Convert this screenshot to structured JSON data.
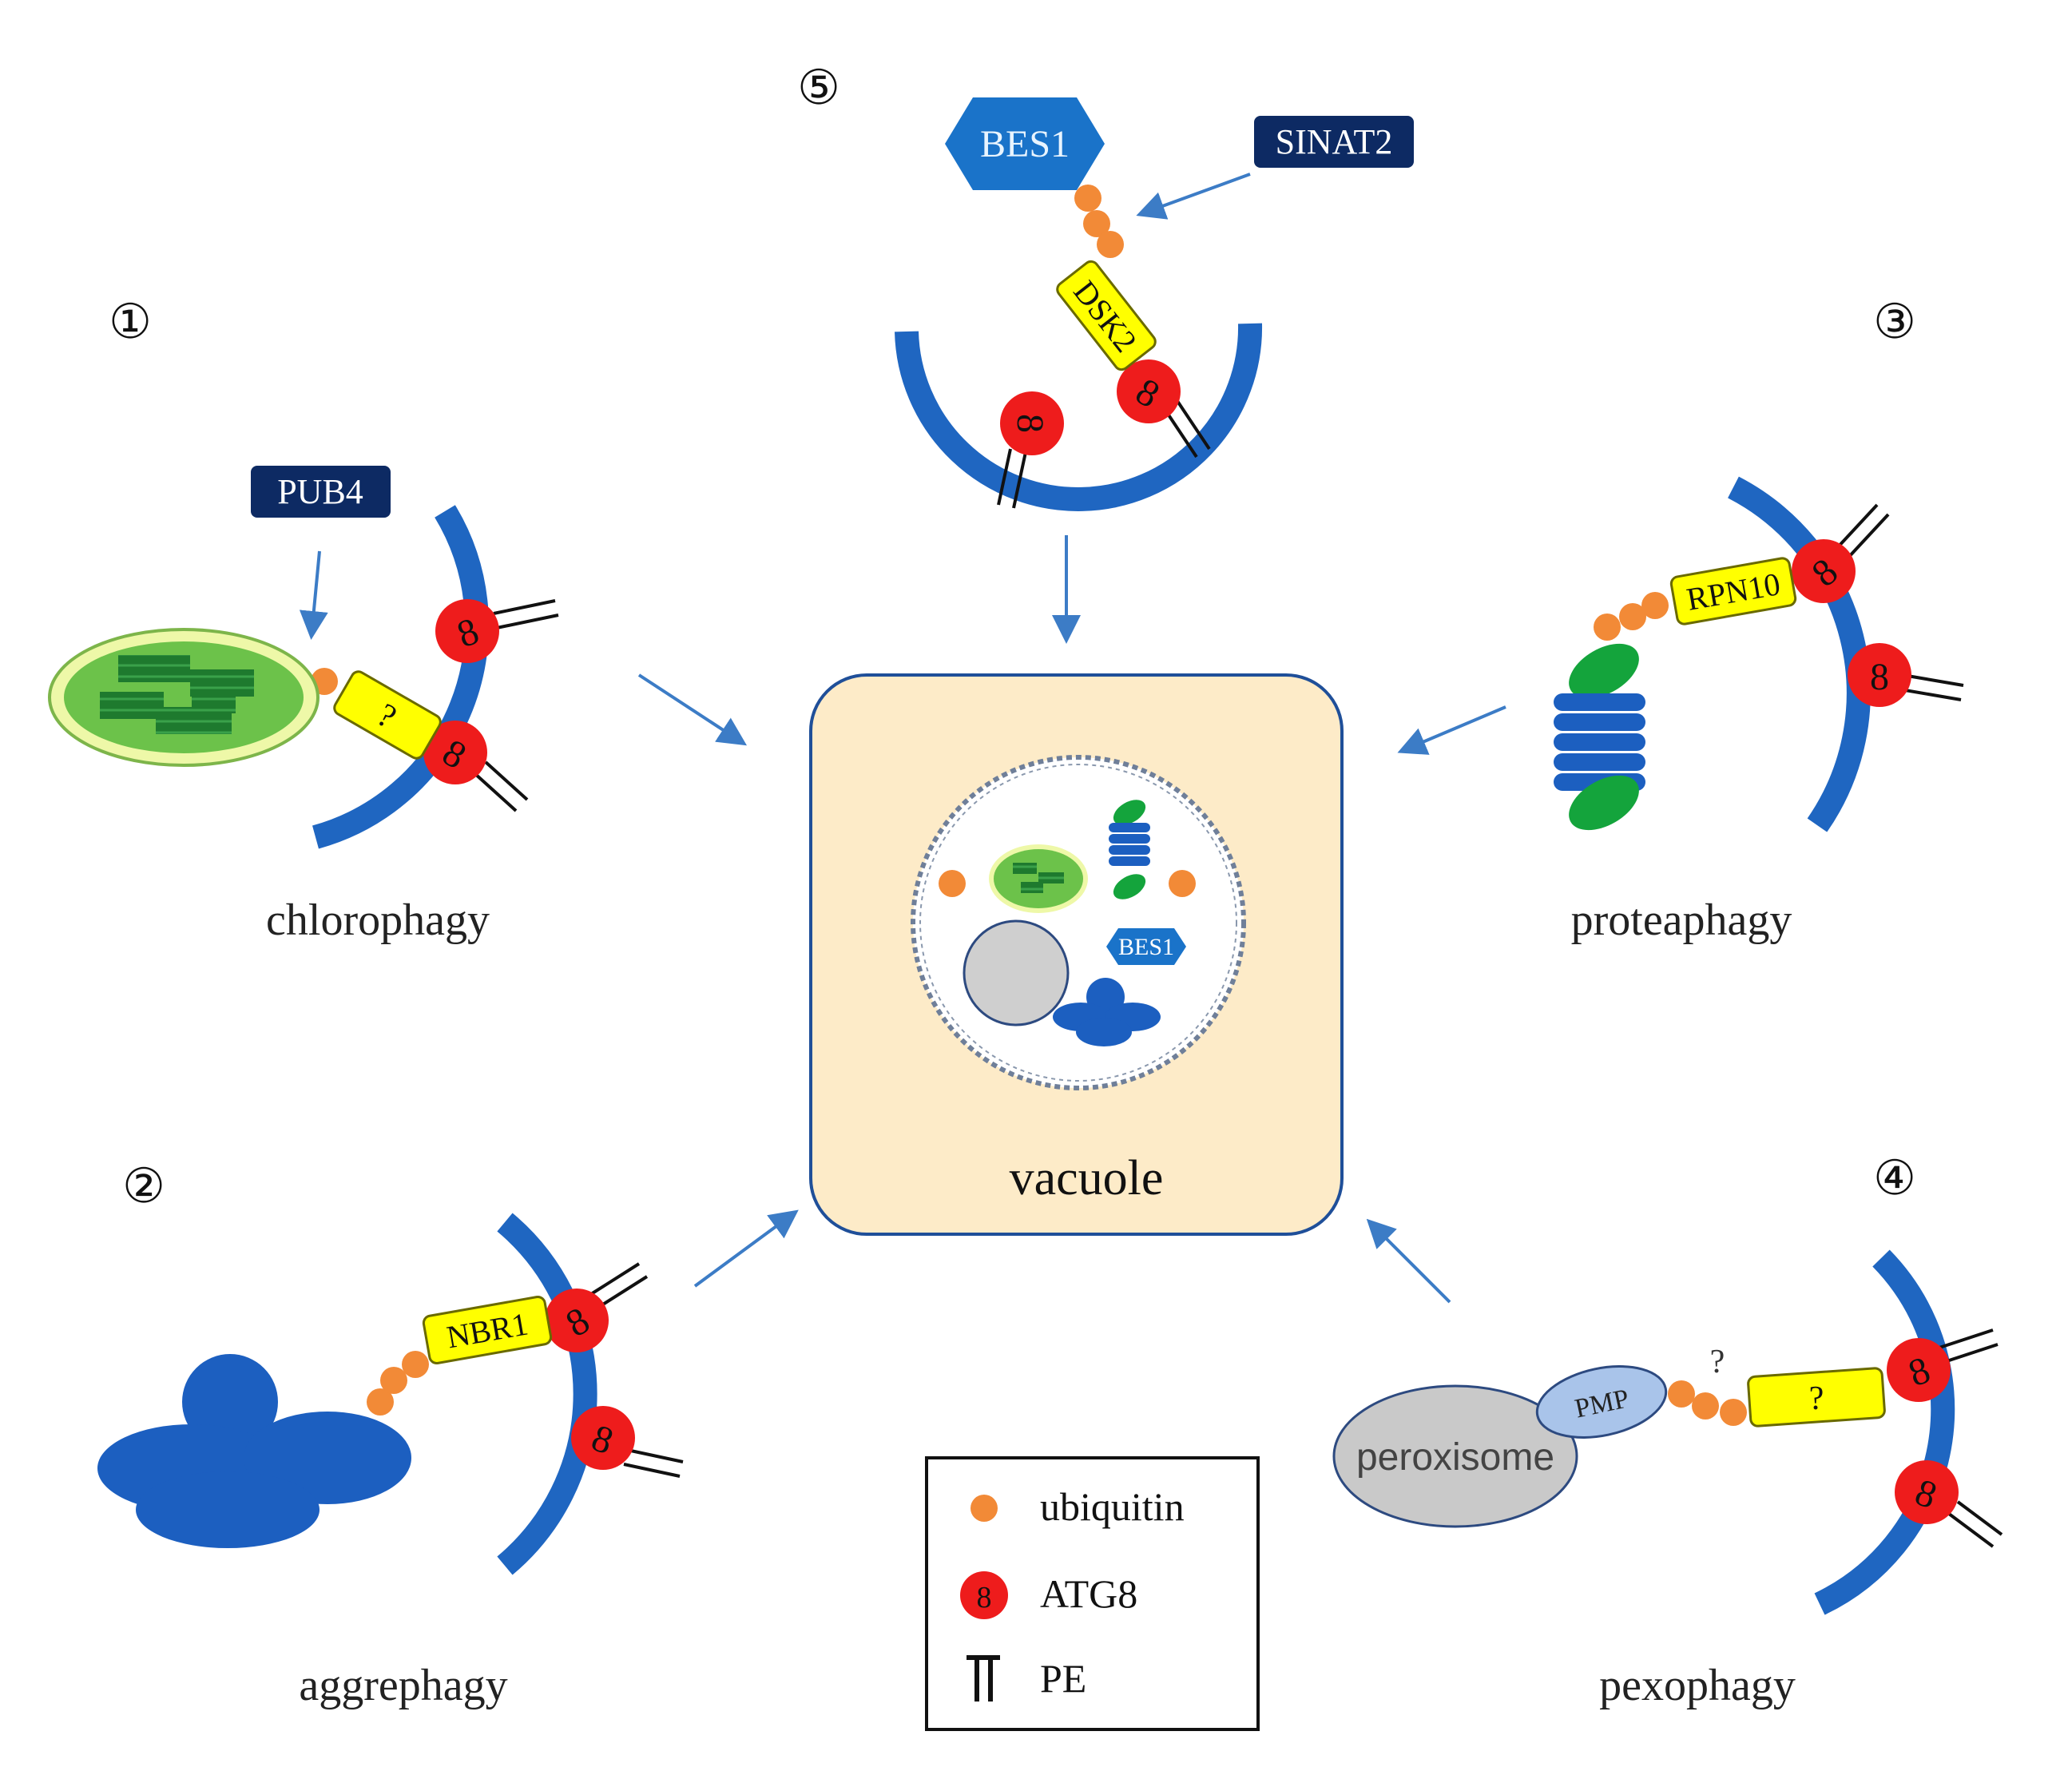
{
  "pathways": {
    "chlorophagy": {
      "number": "①",
      "name": "chlorophagy",
      "e3_ligase": "PUB4",
      "receptor": "?"
    },
    "aggrephagy": {
      "number": "②",
      "name": "aggrephagy",
      "receptor": "NBR1"
    },
    "proteaphagy": {
      "number": "③",
      "name": "proteaphagy",
      "receptor": "RPN10"
    },
    "pexophagy": {
      "number": "④",
      "name": "pexophagy",
      "organelle": "peroxisome",
      "membrane_protein": "PMP",
      "unknown_link": "?",
      "receptor": "?"
    },
    "bes1": {
      "number": "⑤",
      "substrate": "BES1",
      "e3_ligase": "SINAT2",
      "receptor": "DSK2"
    }
  },
  "vacuole": {
    "label": "vacuole",
    "cargo_label": "BES1"
  },
  "atg8_glyph": "8",
  "legend": {
    "ubiquitin": "ubiquitin",
    "atg8": "ATG8",
    "pe": "PE"
  },
  "colors": {
    "membrane": "#1f66c1",
    "ubiquitin": "#f28a37",
    "atg8": "#ee1c1c",
    "receptor": "#ffff00",
    "e3_box": "#0d2a63",
    "bes1": "#1a73c9",
    "vacuole_fill": "#fdebc8",
    "arrow": "#3c7cc6",
    "proteasome": "#1c5fc0",
    "proteasome_cap": "#14a43c",
    "chloroplast": "#8dd66b",
    "peroxisome": "#c9c9c9",
    "pmp": "#a9c4ea"
  },
  "icons": [
    "chloroplast-icon",
    "proteasome-icon",
    "aggregate-icon",
    "peroxisome-icon",
    "phagophore-membrane-icon",
    "ubiquitin-chain-icon",
    "atg8-icon",
    "pe-anchor-icon"
  ]
}
